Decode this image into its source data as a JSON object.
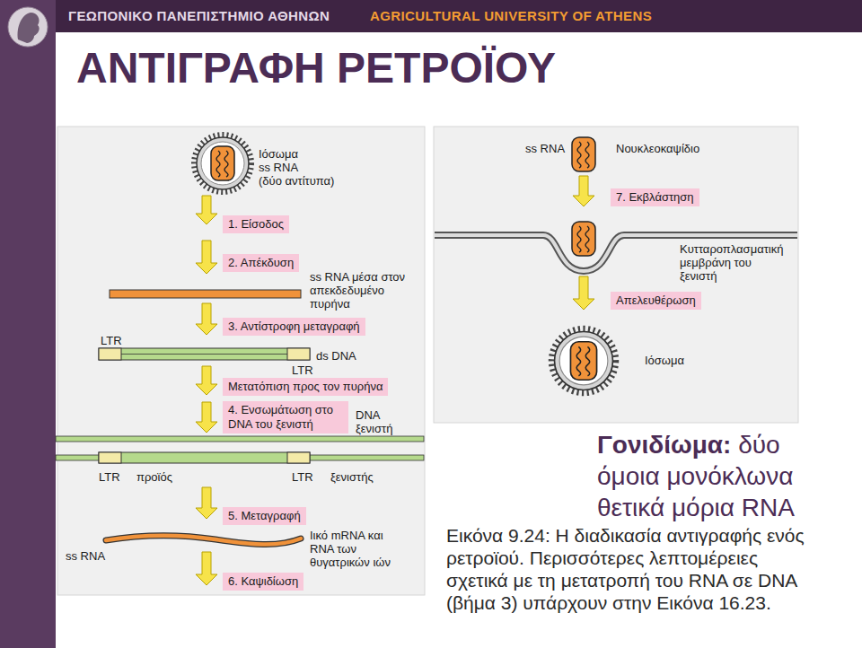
{
  "diagram": {
    "title": "ΑΝΤΙΓΡΑΦΗ ΡΕΤΡΟΪΟΥ",
    "caption": "Εικόνα 9.24: Η διαδικασία αντιγραφής ενός ρετροϊού. Περισσότερες λεπτομέρειες σχετικά με τη μετατροπή του RNA σε DNA (βήμα 3) υπάρχουν στην Εικόνα 16.23.",
    "nodes": [
      {
        "text": [
          "1. Είσοδος"
        ]
      },
      {
        "text": [
          "2. Απέκδυση"
        ]
      },
      {
        "text": [
          "3. Αντίστροφη μεταγραφή"
        ]
      },
      {
        "text": [
          "Μετατόπιση προς τον πυρήνα"
        ]
      },
      {
        "text": [
          "4. Ενσωμάτωση στο DNA του ξενιστή"
        ]
      },
      {
        "text": [
          "5. Μεταγραφή"
        ]
      },
      {
        "text": [
          "6. Καψιδίωση"
        ]
      },
      {
        "text": [
          "7. Εκβλάστηση"
        ]
      },
      {
        "text": [
          "Απελευθέρωση"
        ]
      }
    ],
    "labels": [
      "ΓΕΩΠΟΝΙΚΟ ΠΑΝΕΠΙΣΤΗΜΙΟ ΑΘΗΝΩΝ",
      "AGRICULTURAL UNIVERSITY OF ATHENS",
      "Ιόσωμα",
      "ss RNA",
      "(δύο αντίτυπα)",
      "ss RNA μέσα στον απεκδεδυμένο πυρήνα",
      "LTR",
      "ds DNA",
      "LTR",
      "DNA ξενιστή",
      "LTR",
      "προϊός",
      "LTR",
      "ξενιστής",
      "ss RNA",
      "Ιικό mRNA και RNA των θυγατρικών ιών",
      "ss RNA",
      "Νουκλεοκαψίδιο",
      "Κυτταροπλασματική μεμβράνη του ξενιστή",
      "Ιόσωμα",
      "Γονιδίωμα:",
      "δύο όμοια μονόκλωνα θετικά μόρια RNA"
    ]
  }
}
